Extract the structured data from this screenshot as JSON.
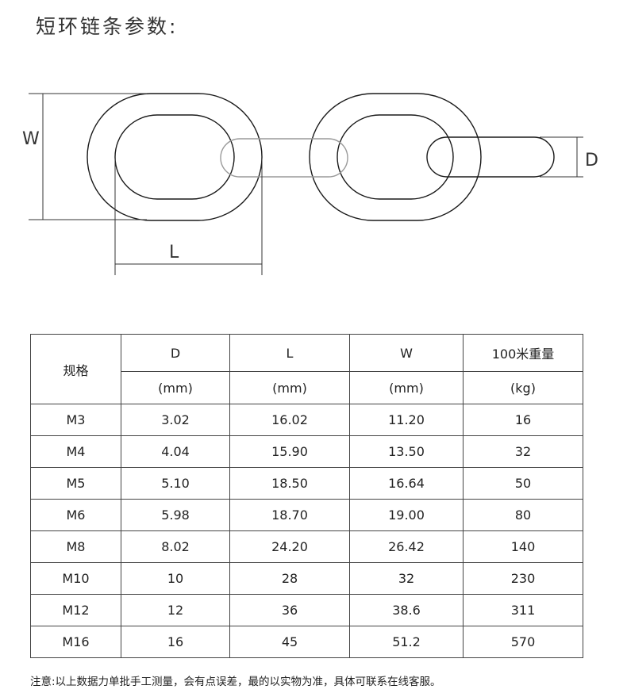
{
  "title": "短环链条参数:",
  "diagram": {
    "label_w": "W",
    "label_l": "L",
    "label_d": "D"
  },
  "table": {
    "header": {
      "spec": "规格",
      "d": "D",
      "l": "L",
      "w": "W",
      "weight": "100米重量"
    },
    "units": {
      "d": "(mm)",
      "l": "(mm)",
      "w": "(mm)",
      "weight": "(kg)"
    },
    "rows": [
      {
        "spec": "M3",
        "d": "3.02",
        "l": "16.02",
        "w": "11.20",
        "weight": "16"
      },
      {
        "spec": "M4",
        "d": "4.04",
        "l": "15.90",
        "w": "13.50",
        "weight": "32"
      },
      {
        "spec": "M5",
        "d": "5.10",
        "l": "18.50",
        "w": "16.64",
        "weight": "50"
      },
      {
        "spec": "M6",
        "d": "5.98",
        "l": "18.70",
        "w": "19.00",
        "weight": "80"
      },
      {
        "spec": "M8",
        "d": "8.02",
        "l": "24.20",
        "w": "26.42",
        "weight": "140"
      },
      {
        "spec": "M10",
        "d": "10",
        "l": "28",
        "w": "32",
        "weight": "230"
      },
      {
        "spec": "M12",
        "d": "12",
        "l": "36",
        "w": "38.6",
        "weight": "311"
      },
      {
        "spec": "M16",
        "d": "16",
        "l": "45",
        "w": "51.2",
        "weight": "570"
      }
    ]
  },
  "note": "注意:以上数据力单批手工测量，会有点误差，最的以实物为准，具体可联系在线客服。"
}
